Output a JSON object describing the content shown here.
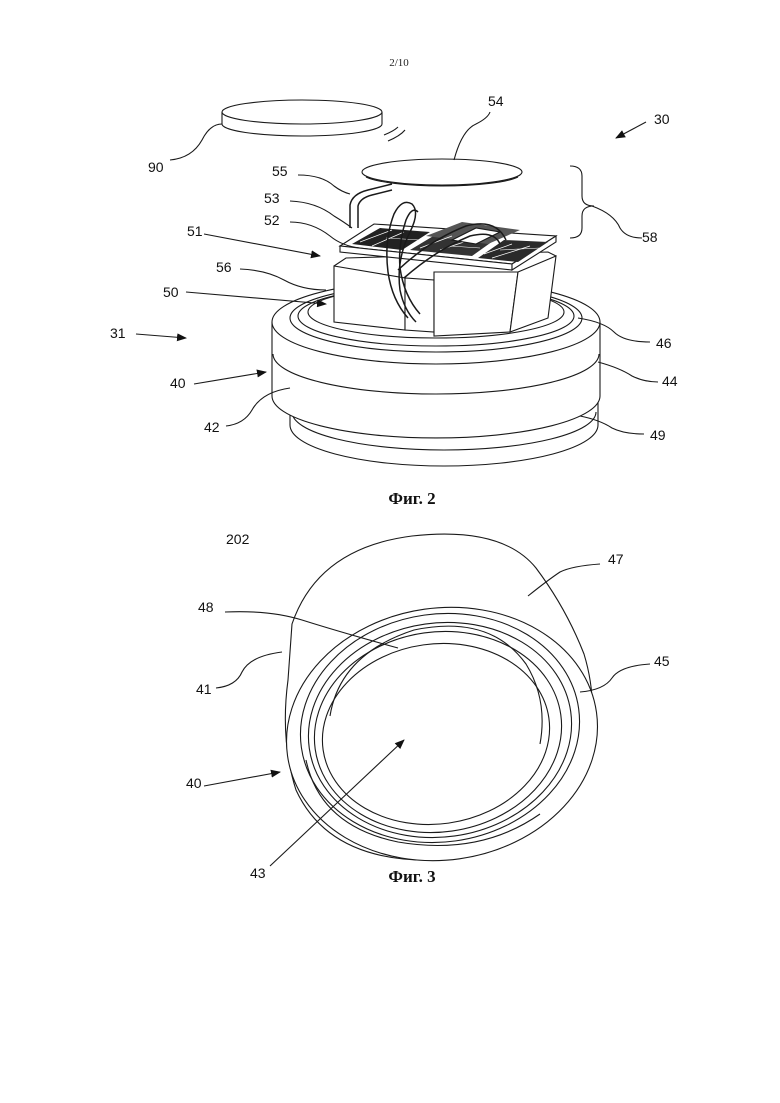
{
  "page_number": "2/10",
  "figures": [
    {
      "caption": "Фиг. 2",
      "labels": [
        "30",
        "31",
        "40",
        "42",
        "44",
        "46",
        "49",
        "50",
        "51",
        "52",
        "53",
        "54",
        "55",
        "56",
        "58",
        "90"
      ]
    },
    {
      "caption": "Фиг. 3",
      "labels": [
        "202",
        "47",
        "48",
        "45",
        "41",
        "40",
        "43"
      ]
    }
  ]
}
